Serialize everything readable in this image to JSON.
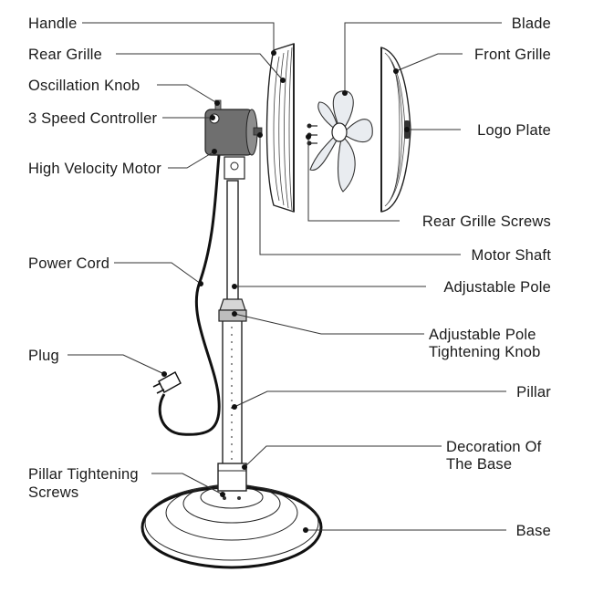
{
  "labels": {
    "handle": "Handle",
    "rear_grille": "Rear Grille",
    "oscillation_knob": "Oscillation Knob",
    "speed_controller": "3 Speed Controller",
    "motor": "High Velocity Motor",
    "power_cord": "Power Cord",
    "plug": "Plug",
    "pillar_screws_1": "Pillar Tightening",
    "pillar_screws_2": "Screws",
    "blade": "Blade",
    "front_grille": "Front Grille",
    "logo_plate": "Logo Plate",
    "rear_grille_screws": "Rear Grille Screws",
    "motor_shaft": "Motor Shaft",
    "adjustable_pole": "Adjustable Pole",
    "pole_knob_1": "Adjustable Pole",
    "pole_knob_2": "Tightening Knob",
    "pillar": "Pillar",
    "base_decoration_1": "Decoration Of",
    "base_decoration_2": "The Base",
    "base": "Base"
  },
  "colors": {
    "motor_body": "#6f6f6f",
    "blade_fill": "#e9ecf0",
    "line": "#222222"
  }
}
